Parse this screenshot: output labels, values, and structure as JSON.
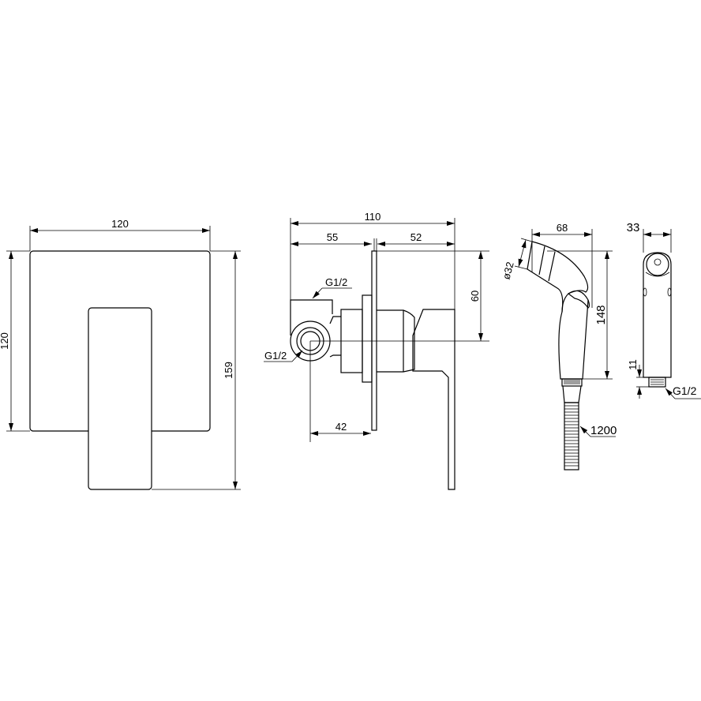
{
  "colors": {
    "line": "#000000",
    "background": "#ffffff"
  },
  "front_view": {
    "width_dim": "120",
    "height_dim": "120",
    "total_height_dim": "159"
  },
  "side_view": {
    "total_depth_dim": "110",
    "rear_depth_dim": "55",
    "front_depth_dim": "52",
    "center_height_dim": "60",
    "inlet_offset_dim": "42",
    "top_thread_label": "G1/2",
    "side_thread_label": "G1/2"
  },
  "hand_shower": {
    "width_dim": "68",
    "height_dim": "148",
    "head_diameter_dim": "ø32",
    "hose_length_dim": "1200"
  },
  "hand_shower_side": {
    "width_dim": "33",
    "thread_length_dim": "11",
    "thread_label": "G1/2"
  }
}
